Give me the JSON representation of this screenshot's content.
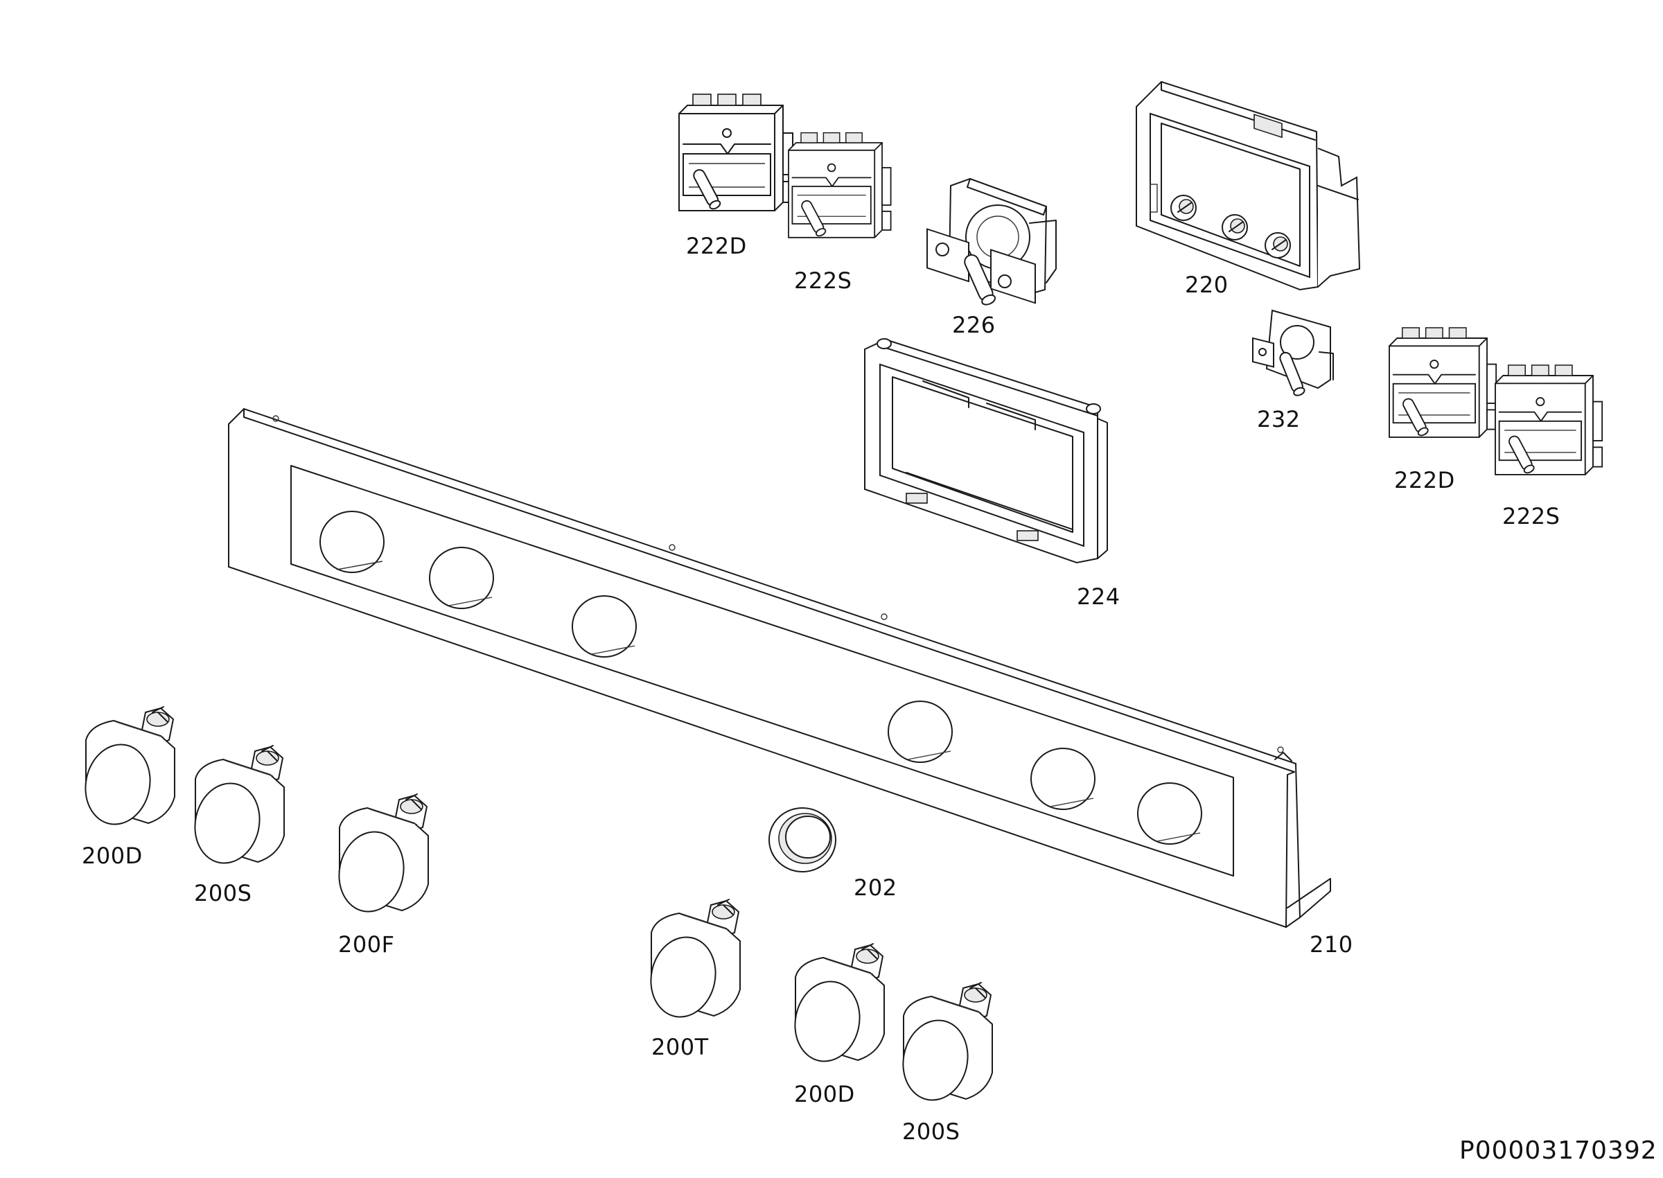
{
  "diagram": {
    "document_code": "P00003170392",
    "labels": {
      "selector_222D_top": "222D",
      "selector_222S_top": "222S",
      "part_226": "226",
      "part_220": "220",
      "part_232": "232",
      "part_224": "224",
      "selector_222D_right": "222D",
      "selector_222S_right": "222S",
      "knob_200D_left": "200D",
      "knob_200S_left": "200S",
      "knob_200F": "200F",
      "ring_202": "202",
      "panel_210": "210",
      "knob_200T": "200T",
      "knob_200D_bottom": "200D",
      "knob_200S_bottom": "200S"
    }
  }
}
